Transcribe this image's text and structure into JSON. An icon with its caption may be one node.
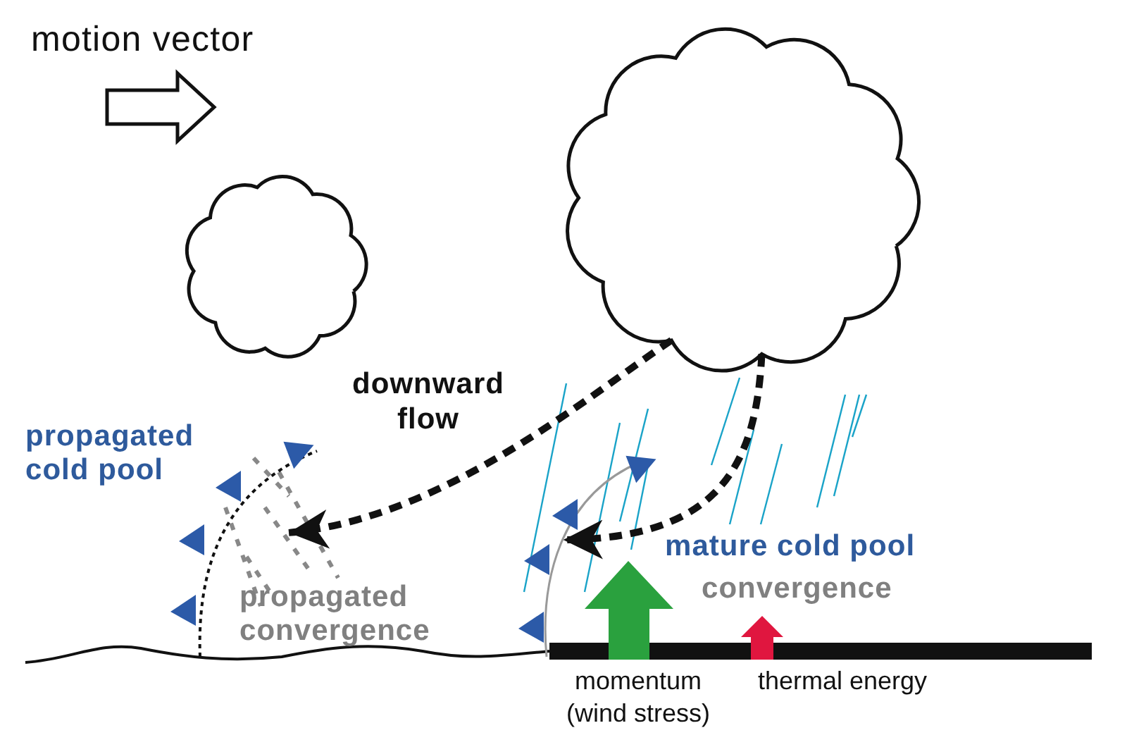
{
  "diagram": {
    "nodes": [
      {
        "text": [],
        "shape": "cloud"
      },
      {
        "text": [],
        "shape": "cloud"
      },
      {
        "text": [],
        "shape": "arc",
        "beside": [
          "propagated cold pool",
          "propagated convergence"
        ]
      },
      {
        "text": [],
        "shape": "arc",
        "beside": [
          "mature cold pool",
          "convergence"
        ]
      }
    ],
    "edges": [
      {
        "from": 1,
        "to": 2,
        "arrow": "to",
        "style": "dashed",
        "label": "downward flow"
      },
      {
        "from": 1,
        "to": 3,
        "arrow": "to",
        "style": "dashed"
      }
    ],
    "labels": [
      "motion vector",
      "momentum (wind stress)",
      "thermal energy"
    ]
  }
}
